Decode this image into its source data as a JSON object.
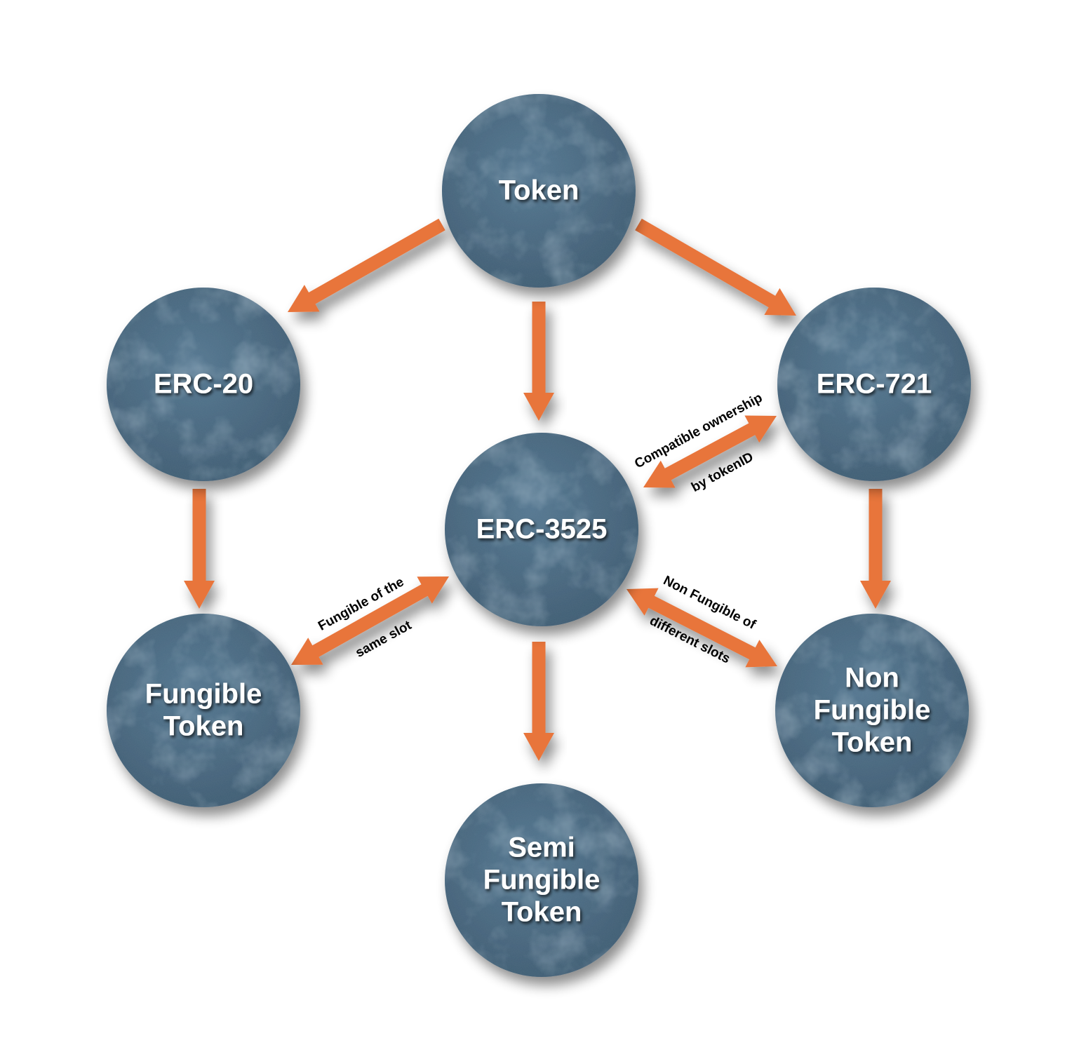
{
  "colors": {
    "background": "#ffffff",
    "node_fill": "#4b6b83",
    "node_fill_dark": "#3a566c",
    "node_texture_light": "#8fb0c6",
    "node_text": "#ffffff",
    "arrow": "#e8743b",
    "edge_text": "#000000"
  },
  "nodes": {
    "token": {
      "label": [
        "Token"
      ]
    },
    "erc20": {
      "label": [
        "ERC-20"
      ]
    },
    "erc721": {
      "label": [
        "ERC-721"
      ]
    },
    "erc3525": {
      "label": [
        "ERC-3525"
      ]
    },
    "fungible": {
      "label": [
        "Fungible",
        "Token"
      ]
    },
    "nonfungible": {
      "label": [
        "Non",
        "Fungible",
        "Token"
      ]
    },
    "semifungible": {
      "label": [
        "Semi",
        "Fungible",
        "Token"
      ]
    }
  },
  "edges": {
    "token_to_erc20": {
      "from": "token",
      "to": "erc20",
      "direction": "forward"
    },
    "token_to_erc3525": {
      "from": "token",
      "to": "erc3525",
      "direction": "forward"
    },
    "token_to_erc721": {
      "from": "token",
      "to": "erc721",
      "direction": "forward"
    },
    "erc20_to_fungible": {
      "from": "erc20",
      "to": "fungible",
      "direction": "forward"
    },
    "erc721_to_nonfungible": {
      "from": "erc721",
      "to": "nonfungible",
      "direction": "forward"
    },
    "erc3525_to_semifungible": {
      "from": "erc3525",
      "to": "semifungible",
      "direction": "forward"
    },
    "erc3525_erc721": {
      "from": "erc3525",
      "to": "erc721",
      "direction": "both",
      "label_top": "Compatible ownership",
      "label_bottom": "by tokenID"
    },
    "erc3525_fungible": {
      "from": "erc3525",
      "to": "fungible",
      "direction": "both",
      "label_top": "Fungible of the",
      "label_bottom": "same slot"
    },
    "erc3525_nonfungible": {
      "from": "erc3525",
      "to": "nonfungible",
      "direction": "both",
      "label_top": "Non Fungible of",
      "label_bottom": "different slots"
    }
  }
}
